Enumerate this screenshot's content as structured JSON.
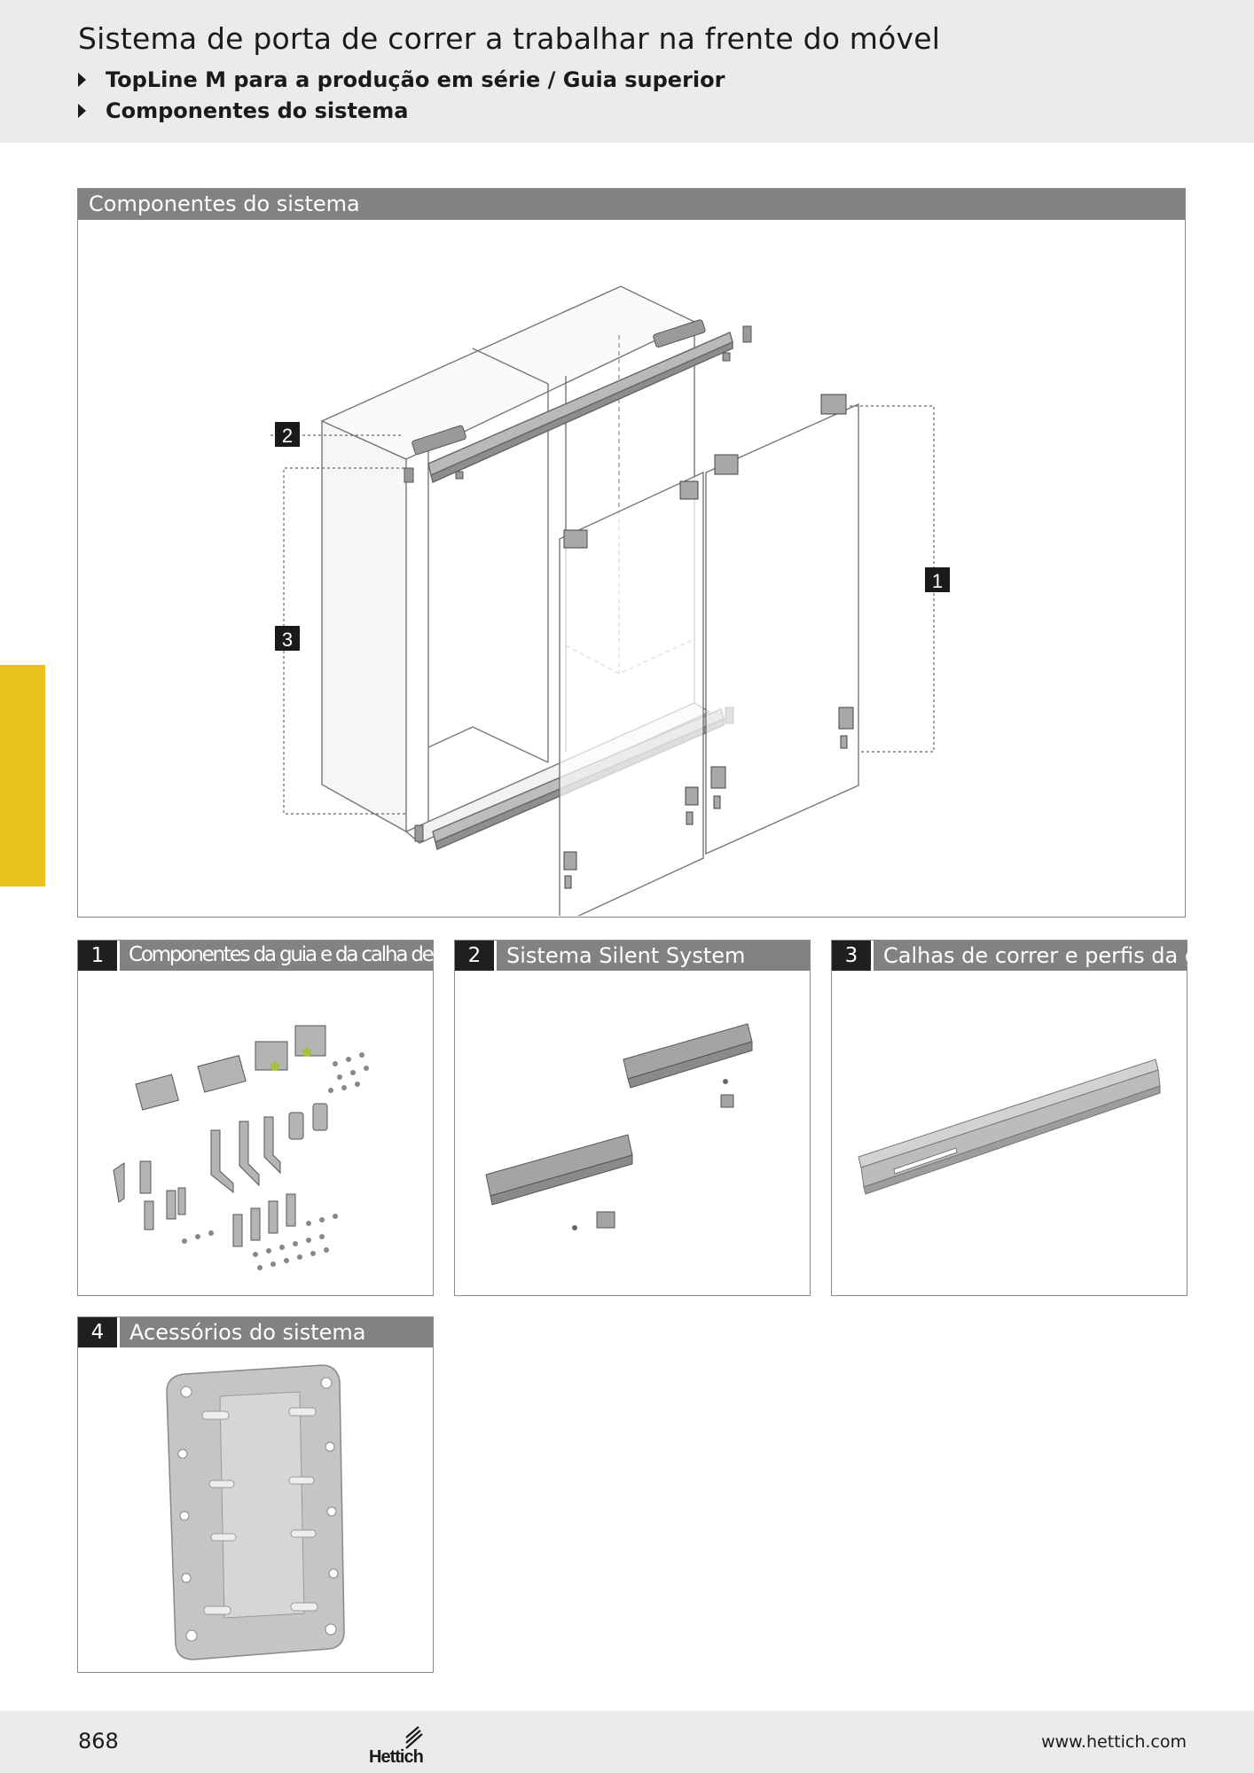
{
  "header": {
    "title": "Sistema de porta de correr a trabalhar na frente do móvel",
    "subtitles": [
      "TopLine M para a produção em série / Guia superior",
      "Componentes do sistema"
    ]
  },
  "main_panel": {
    "title": "Componentes do sistema",
    "callouts": [
      "1",
      "2",
      "3"
    ]
  },
  "cards": [
    {
      "number": "1",
      "title": "Componentes da guia e da calha de correr"
    },
    {
      "number": "2",
      "title": "Sistema Silent System"
    },
    {
      "number": "3",
      "title": "Calhas de correr e perfis da guia"
    },
    {
      "number": "4",
      "title": "Acessórios do sistema"
    }
  ],
  "footer": {
    "page_number": "868",
    "brand": "Hettich",
    "url": "www.hettich.com"
  },
  "colors": {
    "accent_yellow": "#e8c31d",
    "bar_gray": "#828282",
    "header_bg": "#ebebeb"
  }
}
